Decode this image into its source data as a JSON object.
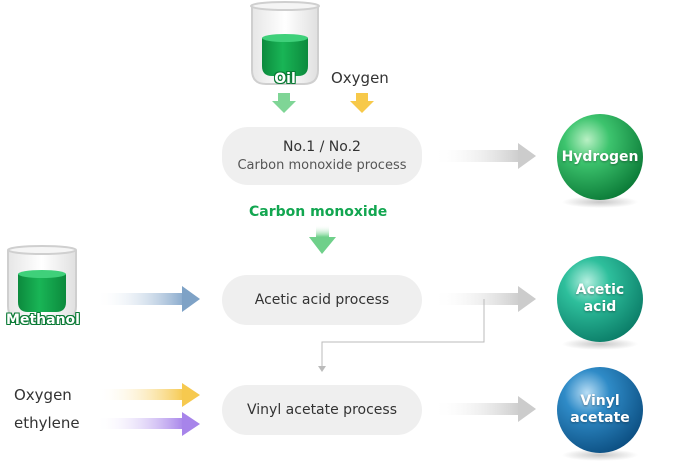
{
  "inputs": {
    "oil": "Oil",
    "oxygen_top": "Oxygen",
    "methanol": "Methanol",
    "oxygen_bottom": "Oxygen",
    "ethylene": "ethylene"
  },
  "intermediate": {
    "carbon_monoxide": "Carbon monoxide"
  },
  "processes": {
    "co_process_line1": "No.1 / No.2",
    "co_process_line2": "Carbon monoxide process",
    "acetic_acid_process": "Acetic acid process",
    "vinyl_acetate_process": "Vinyl acetate process"
  },
  "products": {
    "hydrogen": "Hydrogen",
    "acetic_line1": "Acetic",
    "acetic_line2": "acid",
    "vinyl_line1": "Vinyl",
    "vinyl_line2": "acetate"
  },
  "colors": {
    "green": "#0aa64c",
    "green_text": "#12a650",
    "yellow_arrow": "#f7c94a",
    "blue_arrow": "#6f96bf",
    "purple_arrow": "#a07de6",
    "gray_arrow": "#cfcfcf",
    "teal_ball": "#1aa890",
    "blue_ball": "#1f6fa8",
    "pill_bg": "#efefef"
  }
}
